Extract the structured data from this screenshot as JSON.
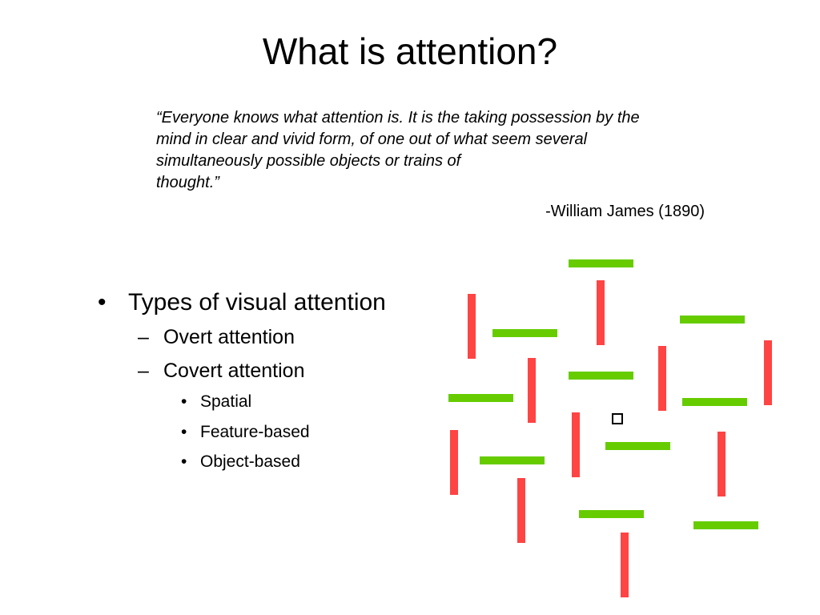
{
  "slide": {
    "title": "What is attention?",
    "quote_lines": [
      "“Everyone knows what attention is. It is the taking possession by the",
      "mind in clear and vivid form, of one out of what seem several",
      "simultaneously possible objects or trains of",
      "thought.”"
    ],
    "citation": "-William James (1890)",
    "bullets": {
      "main": {
        "mark": "•",
        "text": "Types of visual attention"
      },
      "overt": {
        "mark": "–",
        "text": "Overt attention"
      },
      "covert": {
        "mark": "–",
        "text": "Covert attention"
      },
      "spatial": {
        "mark": "•",
        "text": "Spatial"
      },
      "feature": {
        "mark": "•",
        "text": "Feature-based"
      },
      "object": {
        "mark": "•",
        "text": "Object-based"
      }
    }
  },
  "stimulus": {
    "colors": {
      "red": "#ff4444",
      "green": "#66cc00",
      "fixation": "#000000"
    },
    "fixation_icon": "square-outline"
  }
}
